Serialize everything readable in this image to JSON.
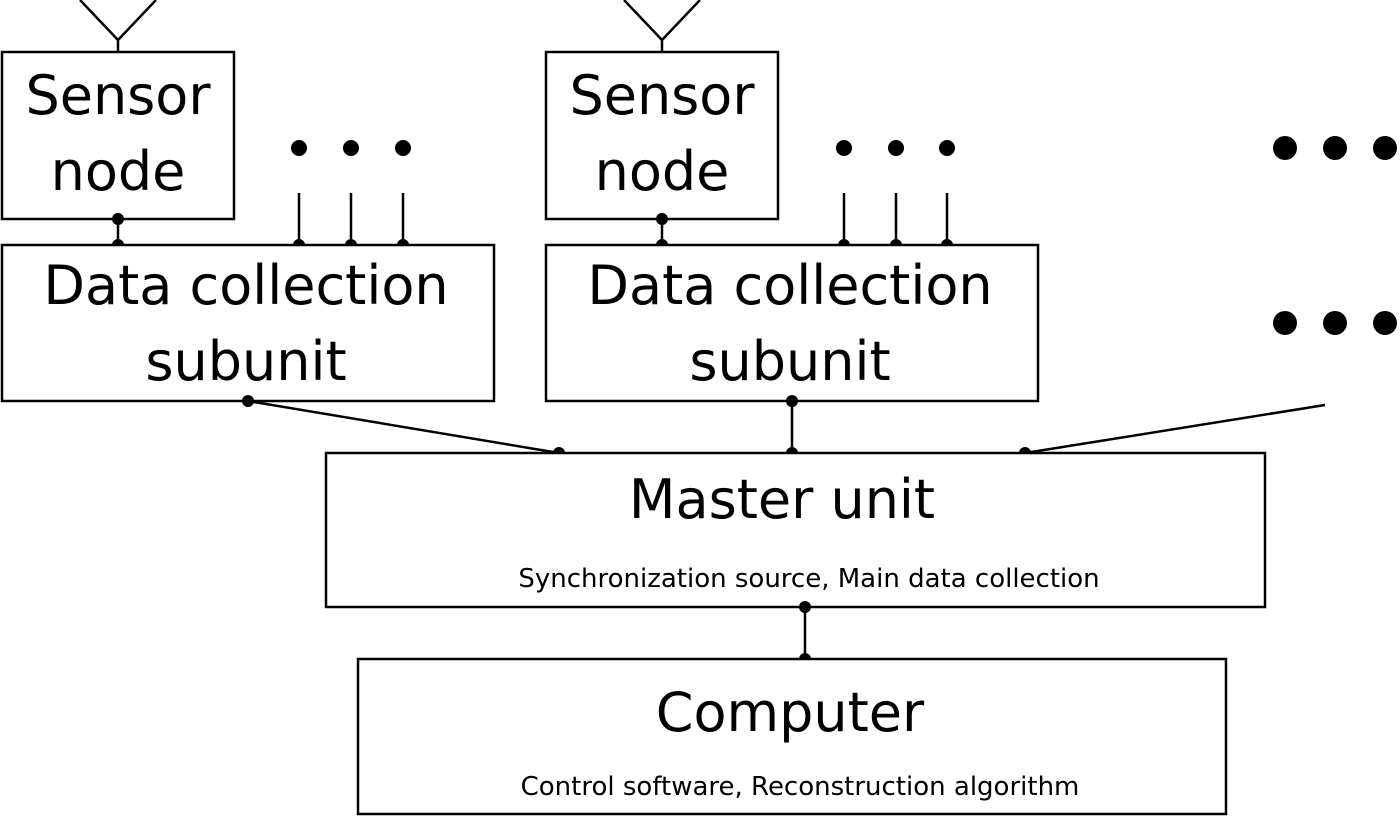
{
  "sensor_nodes": [
    {
      "line1": "Sensor",
      "line2": "node"
    },
    {
      "line1": "Sensor",
      "line2": "node"
    }
  ],
  "subunits": [
    {
      "line1": "Data collection",
      "line2": "subunit"
    },
    {
      "line1": "Data collection",
      "line2": "subunit"
    }
  ],
  "master": {
    "title": "Master unit",
    "subtitle": "Synchronization source, Main data collection"
  },
  "computer": {
    "title": "Computer",
    "subtitle": "Control software, Reconstruction algorithm"
  }
}
